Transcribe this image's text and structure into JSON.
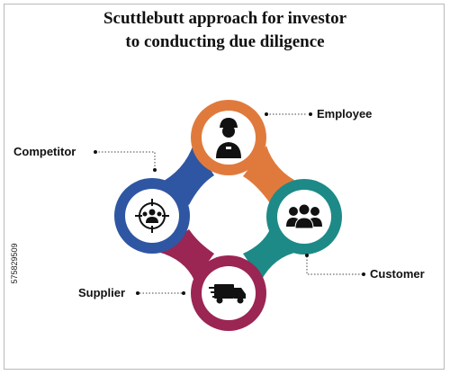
{
  "title_lines": [
    "Scuttlebutt approach for investor",
    "to conducting due diligence"
  ],
  "items": [
    {
      "label": "Employee",
      "icon": "employee-icon",
      "color": "#e07a3c"
    },
    {
      "label": "Customer",
      "icon": "customer-group-icon",
      "color": "#1d8a87"
    },
    {
      "label": "Supplier",
      "icon": "delivery-truck-icon",
      "color": "#9b2553"
    },
    {
      "label": "Competitor",
      "icon": "competitor-target-icon",
      "color": "#2f56a3"
    }
  ],
  "stock_id": "575829509"
}
